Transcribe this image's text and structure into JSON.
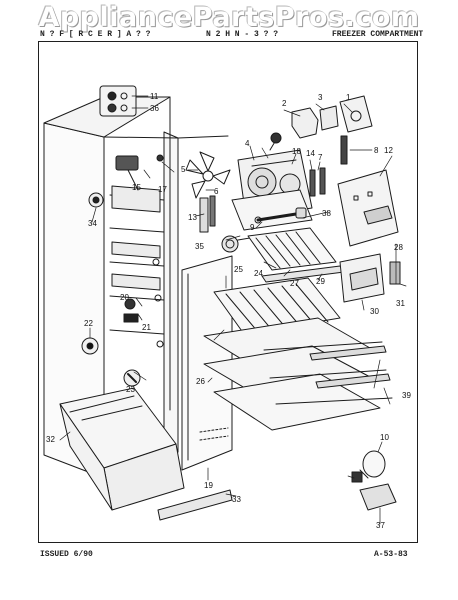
{
  "watermark": "AppliancePartsPros.com",
  "header": {
    "model": "N ? F [ R C E R ] A ? ?",
    "code": "N 2 H N - 3 ? ?",
    "section": "FREEZER COMPARTMENT"
  },
  "callouts": [
    "1",
    "2",
    "3",
    "4",
    "5",
    "6",
    "7",
    "8",
    "9",
    "10",
    "11",
    "12",
    "13",
    "14",
    "15",
    "17",
    "18",
    "19",
    "20",
    "21",
    "22",
    "23",
    "24",
    "25",
    "26",
    "27",
    "28",
    "29",
    "30",
    "31",
    "32",
    "33",
    "34",
    "35",
    "36",
    "37",
    "38",
    "39"
  ],
  "footer": {
    "issued": "ISSUED 6/90",
    "page_ref": "A-53-83"
  }
}
